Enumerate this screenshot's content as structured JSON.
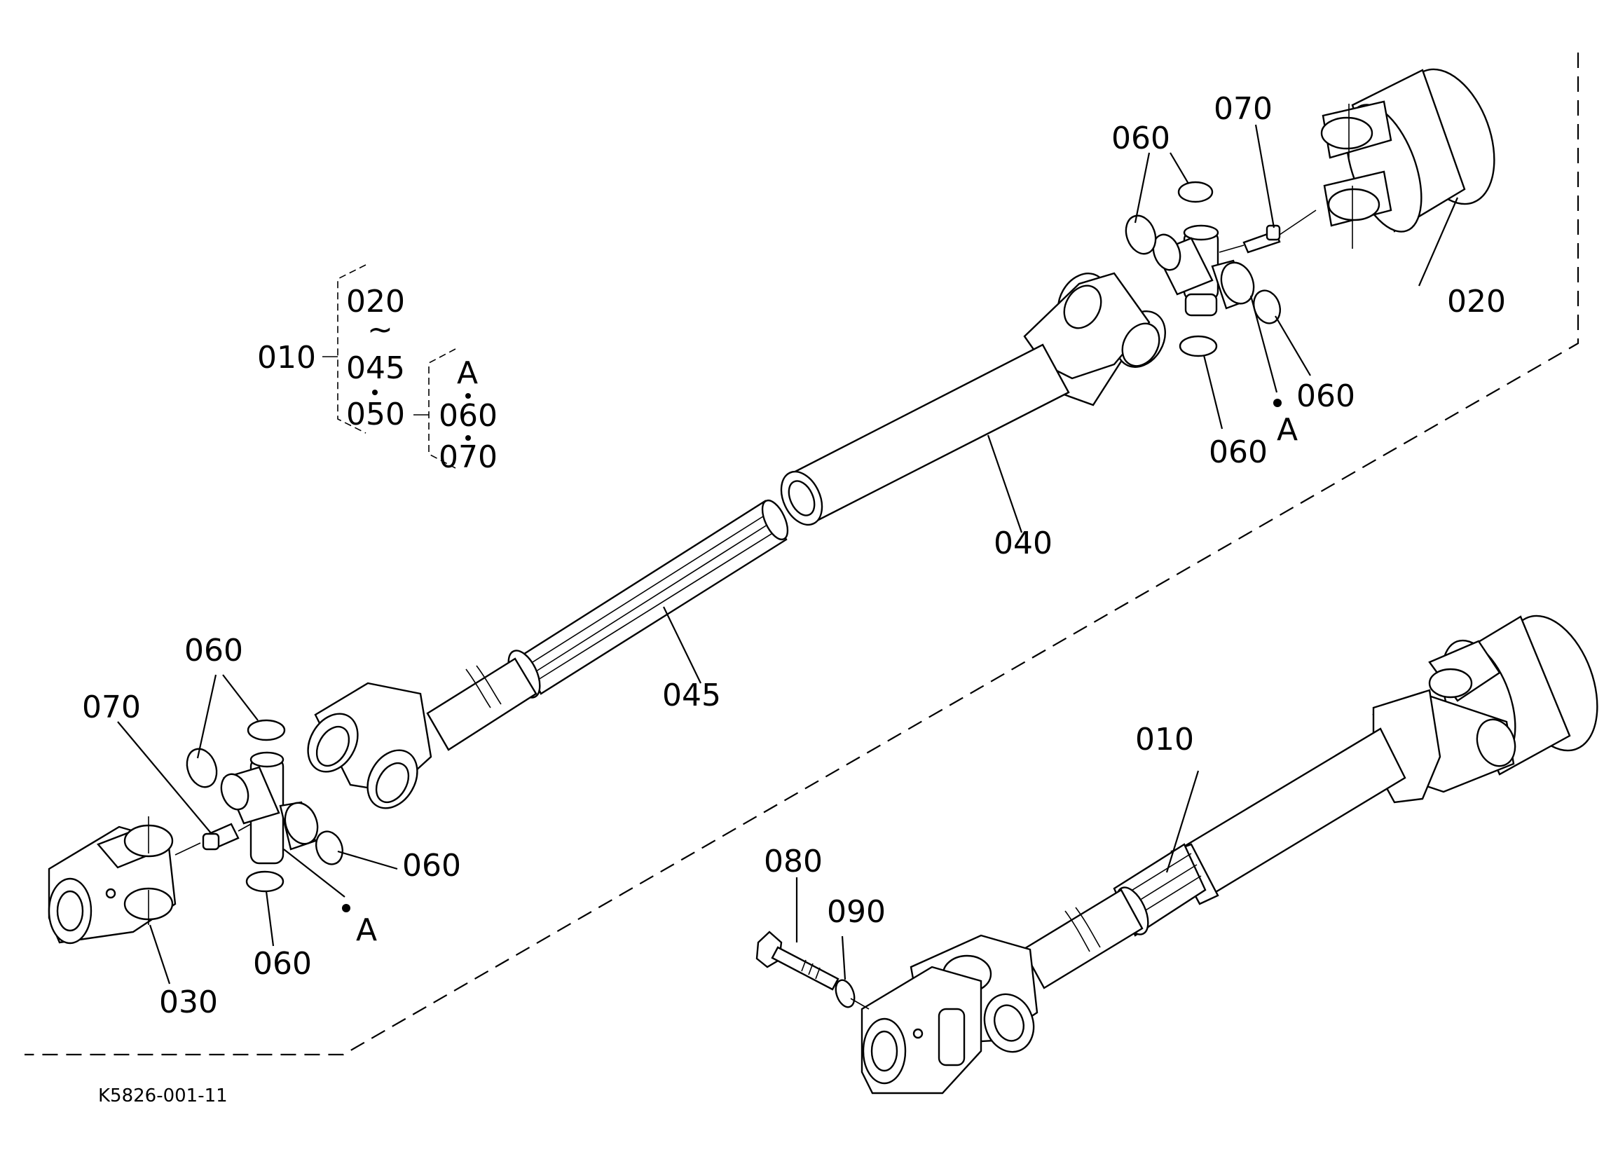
{
  "labels": {
    "p020": "020",
    "p040": "040",
    "p045": "045",
    "p010": "010",
    "p030": "030",
    "p080": "080",
    "p090": "090",
    "p060_a": "060",
    "p060_b": "060",
    "p060_c": "060",
    "p060_d": "060",
    "p060_e": "060",
    "p060_f": "060",
    "p070_a": "070",
    "p070_b": "070",
    "ref_a1": "A",
    "ref_a2": "A"
  },
  "legend": {
    "parent": "010",
    "range_start": "020",
    "range_sep": "~",
    "range_end": "045",
    "kit": "050",
    "kit_ref": "A",
    "kit_part1": "060",
    "kit_part2": "070"
  },
  "drawing_code": "K5826-001-11"
}
